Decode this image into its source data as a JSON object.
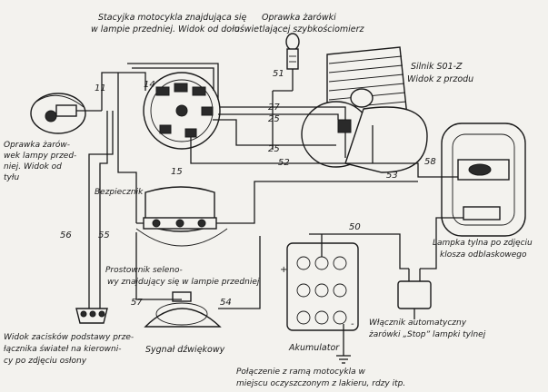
{
  "labels": {
    "stacyjka_1": "Stacyjka motocykla znajdująca się",
    "stacyjka_2": "w lampie przedniej. Widok od dołu",
    "oprawka_zarowki_1": "Oprawka żarówki",
    "oprawka_zarowki_2": "oświetlającej szybkościomierz",
    "silnik_1": "Silnik S01-Z",
    "silnik_2": "Widok z przodu",
    "oprawka_lampy_1": "Oprawka żarów-",
    "oprawka_lampy_2": "wek lampy przed-",
    "oprawka_lampy_3": "niej. Widok od",
    "oprawka_lampy_4": "tyłu",
    "bezpiecznik": "Bezpiecznik",
    "lampka_tylna_1": "Lampka tylna po zdjęciu",
    "lampka_tylna_2": "klosza odblaskowego",
    "prostownik_1": "Prostownik seleno-",
    "prostownik_2": "wy znajdujący się w lampie przedniej",
    "widok_zaciskow_1": "Widok zacisków podstawy prze-",
    "widok_zaciskow_2": "łącznika świateł na kierowni-",
    "widok_zaciskow_3": "cy po zdjęciu osłony",
    "sygnal": "Sygnał dźwiękowy",
    "akumulator": "Akumulator",
    "wlacznik_1": "Włącznik automatyczny",
    "wlacznik_2": "żarówki „Stop” lampki tylnej",
    "polaczenie_1": "Połączenie z ramą motocykla w",
    "polaczenie_2": "miejscu oczyszczonym z lakieru, rdzy itp."
  },
  "wire_numbers": {
    "w11": "11",
    "w14": "14",
    "w15": "15",
    "w25a": "25",
    "w25b": "25",
    "w27": "27",
    "w50": "50",
    "w51": "51",
    "w52": "52",
    "w53": "53",
    "w54": "54",
    "w55": "55",
    "w56": "56",
    "w57": "57",
    "w58": "58"
  },
  "symbols": {
    "plus": "+",
    "minus": "-"
  }
}
